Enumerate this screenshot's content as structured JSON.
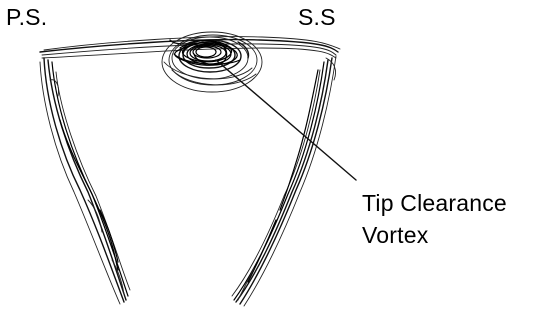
{
  "labels": {
    "pressure_side": "P.S.",
    "suction_side": "S.S",
    "vortex_line1": "Tip Clearance",
    "vortex_line2": "Vortex"
  }
}
